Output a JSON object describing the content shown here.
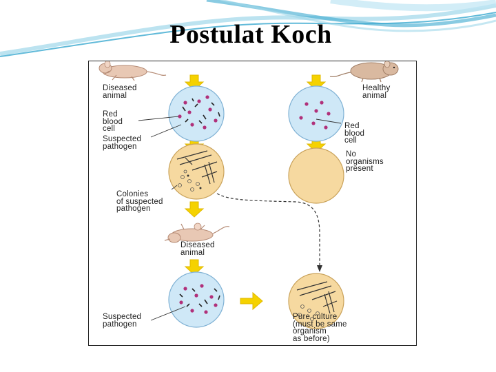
{
  "slide": {
    "title": "Postulat Koch",
    "colors": {
      "accent_wave": "#3aa9cf",
      "accent_wave_light": "#9fd7ea",
      "arrow": "#f5d200",
      "arrow_edge": "#e0b800",
      "blood_smear": "#cfe8f7",
      "blood_smear_edge": "#7fb1d4",
      "red_blood_cell": "#b0307a",
      "culture_plate": "#f6d9a0",
      "culture_plate_edge": "#c9a25a"
    }
  },
  "diagram": {
    "labels": {
      "diseased_animal_1": "Diseased\nanimal",
      "red_blood_cell_left": "Red\nblood\ncell",
      "suspected_pathogen_1": "Suspected\npathogen",
      "colonies": "Colonies\nof suspected\npathogen",
      "diseased_animal_2": "Diseased\nanimal",
      "suspected_pathogen_2": "Suspected\npathogen",
      "healthy_animal": "Healthy\nanimal",
      "red_blood_cell_right": "Red\nblood\ncell",
      "no_organisms": "No\norganisms\npresent",
      "pure_culture": "Pure culture\n(must be same\norganism\nas before)"
    },
    "icons": [
      "diseased-mouse-icon",
      "healthy-mouse-icon"
    ]
  }
}
